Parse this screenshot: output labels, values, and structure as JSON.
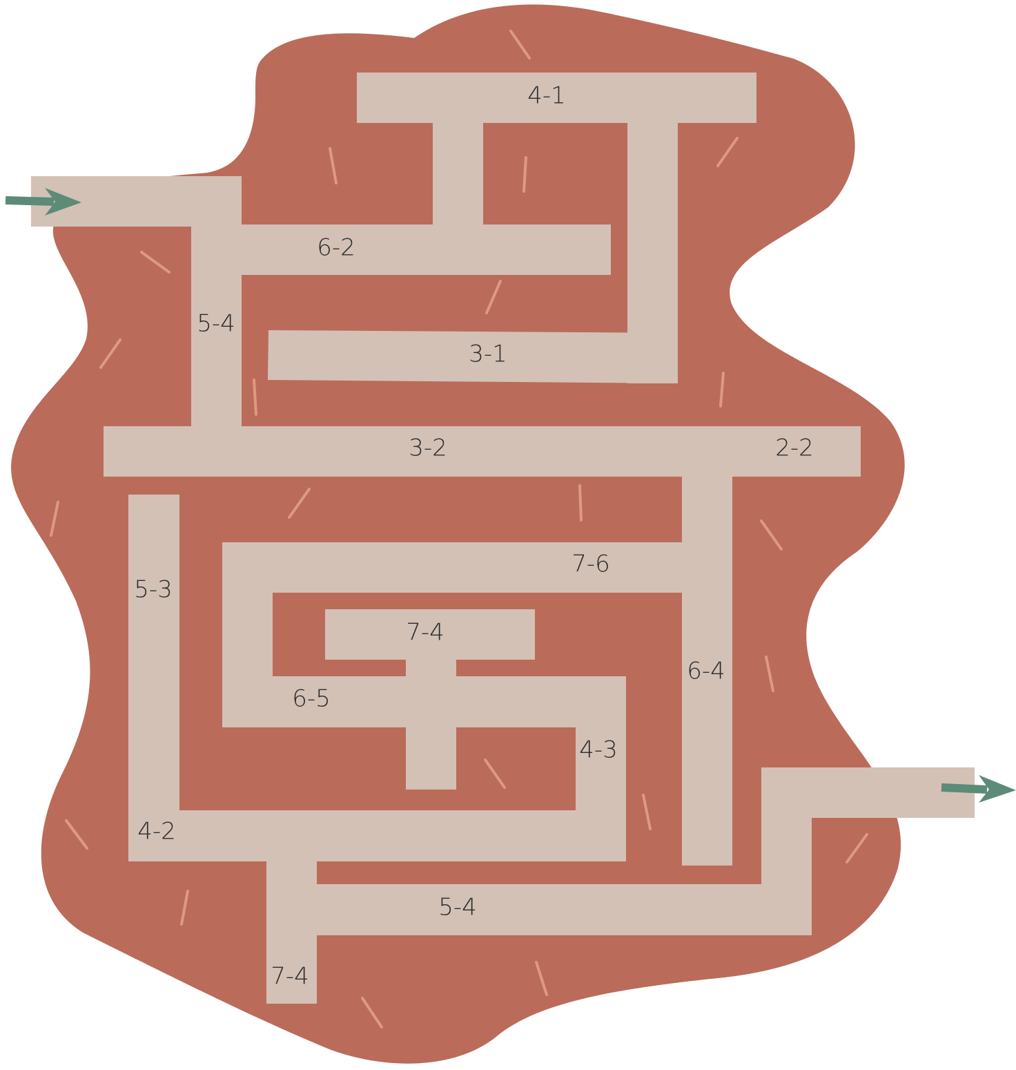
{
  "puzzle": {
    "colors": {
      "background": "#ffffff",
      "blob": "#bb6b5a",
      "path": "#d3c1b6",
      "arrow": "#5c8b78",
      "speck": "#dd9a82",
      "label": "#2b2b2b"
    },
    "entry_arrow_icon": "arrow-right-icon",
    "exit_arrow_icon": "arrow-right-icon",
    "labels": {
      "l1": "4-1",
      "l2": "6-2",
      "l3": "5-4",
      "l4": "3-1",
      "l5": "3-2",
      "l6": "2-2",
      "l7": "5-3",
      "l8": "7-6",
      "l9": "7-4",
      "l10": "6-4",
      "l11": "6-5",
      "l12": "4-3",
      "l13": "4-2",
      "l14": "5-4",
      "l15": "7-4"
    }
  }
}
